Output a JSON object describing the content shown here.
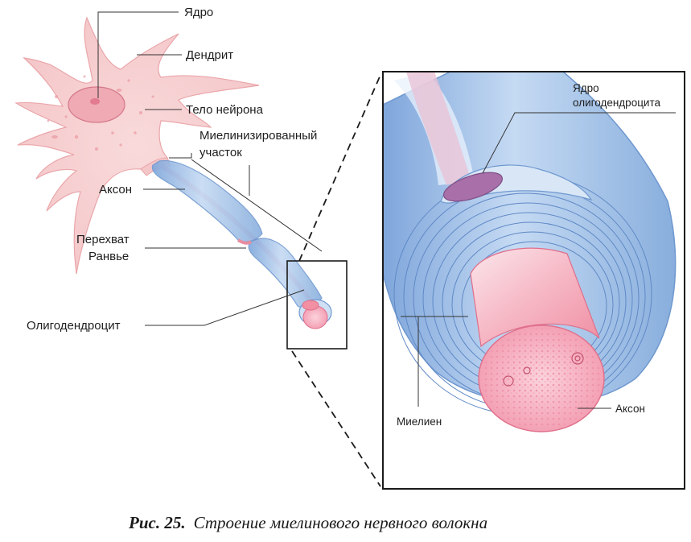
{
  "labels": {
    "nucleus": "Ядро",
    "dendrite": "Дендрит",
    "cell_body": "Тело нейрона",
    "myelinated_1": "Миелинизированный",
    "myelinated_2": "участок",
    "axon": "Аксон",
    "ranvier_1": "Перехват",
    "ranvier_2": "Ранвье",
    "oligodendrocyte": "Олигодендроцит",
    "oligo_nucleus_1": "Ядро",
    "oligo_nucleus_2": "олигодендроцита",
    "myelin": "Миелиен",
    "axon_detail": "Аксон"
  },
  "caption": {
    "number": "Рис. 25.",
    "text": "Строение миелинового нервного волокна"
  },
  "colors": {
    "neuron_pink": "#f6cfd0",
    "neuron_edge": "#e9a9ac",
    "myelin_blue": "#a9c7ea",
    "myelin_edge": "#6f98cf",
    "axon_pink": "#f28fa3",
    "nucleus_purple": "#b07ab0"
  }
}
